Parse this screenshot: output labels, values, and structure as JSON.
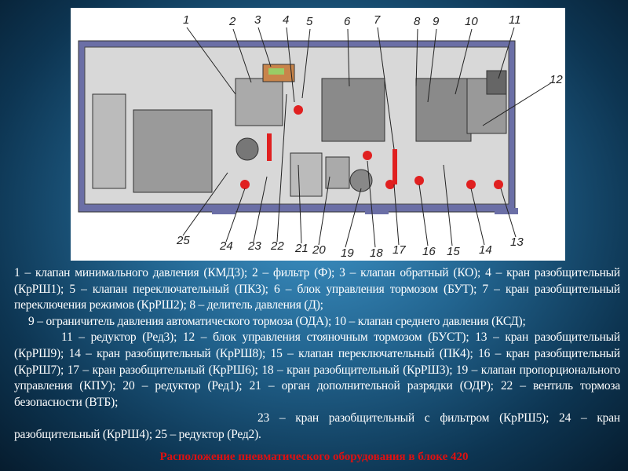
{
  "figure": {
    "callouts": [
      "1",
      "2",
      "3",
      "4",
      "5",
      "6",
      "7",
      "8",
      "9",
      "10",
      "11",
      "12",
      "13",
      "14",
      "15",
      "16",
      "17",
      "18",
      "19",
      "20",
      "21",
      "22",
      "23",
      "24",
      "25"
    ],
    "colors": {
      "frame": "#5a5e99",
      "valve": "#e02020",
      "panel": "#888888"
    }
  },
  "caption": {
    "lines": [
      "1 – клапан минимального давления (КМД3); 2 – фильтр (Ф); 3 – клапан обратный (КО); 4 – кран разобщительный (КрРШ1); 5 – клапан переключательный (ПК3); 6 – блок управления тормозом (БУТ); 7 – кран разобщительный переключения режимов (КрРШ2); 8 – делитель давления (Д);",
      "9 – ограничитель давления автоматического тормоза (ОДА); 10 – клапан среднего давления (КСД);",
      "11 – редуктор (Ред3); 12 – блок управления стояночным тормозом (БУСТ); 13 – кран разобщительный (КрРШ9); 14 – кран разобщительный (КрРШ8); 15 – клапан переключательный (ПК4); 16 – кран разобщительный (КрРШ7); 17 – кран разобщительный (КрРШ6); 18 – кран разобщительный (КрРШ3); 19 – клапан пропорционального управления (КПУ); 20 – редуктор (Ред1); 21 – орган дополнительной разрядки (ОДР); 22 – вентиль тормоза безопасности (ВТБ);",
      "23 – кран разобщительный с фильтром (КрРШ5); 24 – кран разобщительный (КрРШ4); 25 – редуктор (Ред2)."
    ]
  },
  "title": "Расположение пневматического оборудования в блоке 420"
}
